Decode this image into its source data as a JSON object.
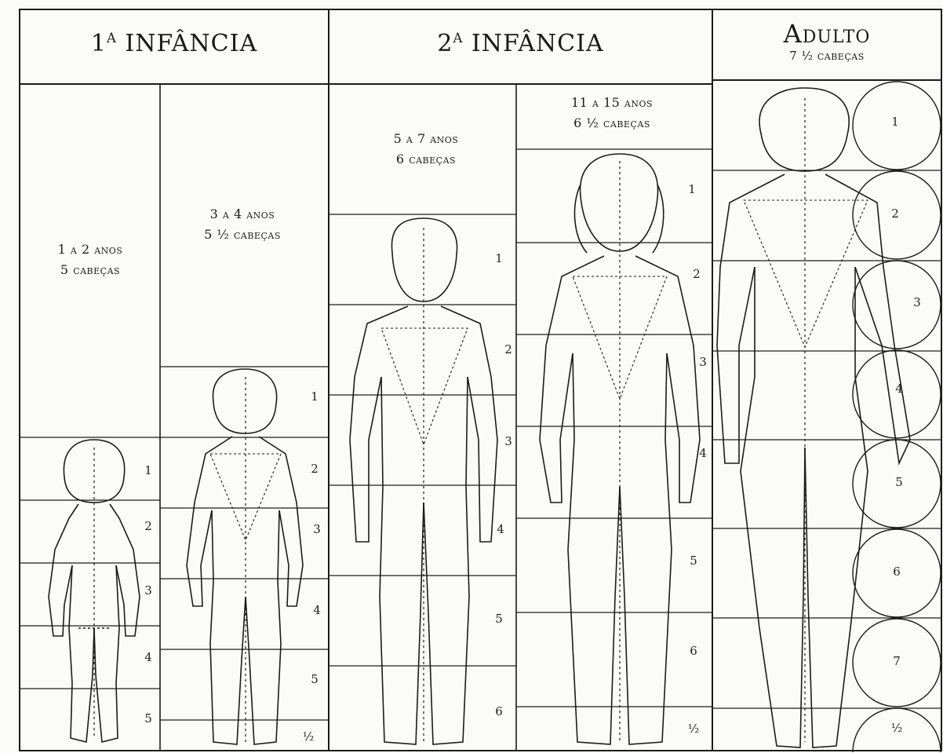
{
  "headers": {
    "infancia1": {
      "num": "1",
      "sup": "A",
      "text": " INFÂNCIA"
    },
    "infancia2": {
      "num": "2",
      "sup": "A",
      "text": " INFÂNCIA"
    },
    "adulto": {
      "title": "Adulto",
      "sub": "7 ½ cabeças"
    }
  },
  "columns": [
    {
      "age": "1 a 2 anos",
      "heads": "5 cabeças",
      "marks": [
        "1",
        "2",
        "3",
        "4",
        "5"
      ]
    },
    {
      "age": "3 a 4 anos",
      "heads": "5 ½ cabeças",
      "marks": [
        "1",
        "2",
        "3",
        "4",
        "5",
        "½"
      ]
    },
    {
      "age": "5 a 7 anos",
      "heads": "6 cabeças",
      "marks": [
        "1",
        "2",
        "3",
        "4",
        "5",
        "6"
      ]
    },
    {
      "age": "11 a 15 anos",
      "heads": "6 ½ cabeças",
      "marks": [
        "1",
        "2",
        "3",
        "4",
        "5",
        "6",
        "½"
      ]
    },
    {
      "age": "",
      "heads": "",
      "marks": [
        "1",
        "2",
        "3",
        "4",
        "5",
        "6",
        "7",
        "½"
      ]
    }
  ],
  "colors": {
    "ink": "#1c1c1c",
    "paper": "#fbfbfa"
  }
}
